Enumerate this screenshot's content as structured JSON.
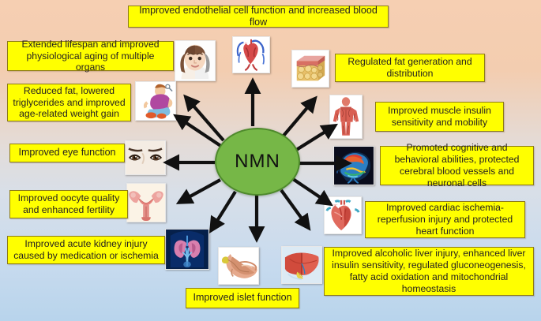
{
  "diagram": {
    "title_node": "NMN",
    "background": {
      "top_color": "#f6cfb2",
      "bottom_color": "#b8d4ec"
    },
    "node_color": "#76b747",
    "node_border_color": "#4e8a2c",
    "box_fill": "#ffff00",
    "box_border": "#8d7b18",
    "arrow_color": "#111111",
    "arrow_count": 12
  },
  "callouts": [
    {
      "id": "endothelial",
      "label": "Improved endothelial cell function and increased blood flow",
      "icon": "heart-vessels-icon"
    },
    {
      "id": "lifespan",
      "label": "Extended lifespan and improved physiological aging of multiple organs",
      "icon": "aging-woman-icon"
    },
    {
      "id": "fat-loss",
      "label": "Reduced fat, lowered triglycerides and improved age-related weight gain",
      "icon": "obese-person-icon"
    },
    {
      "id": "eye",
      "label": "Improved eye function",
      "icon": "eyes-icon"
    },
    {
      "id": "oocyte",
      "label": "Improved oocyte quality and enhanced fertility",
      "icon": "uterus-icon"
    },
    {
      "id": "kidney",
      "label": "Improved acute kidney injury caused by medication or ischemia",
      "icon": "kidneys-icon"
    },
    {
      "id": "islet",
      "label": "Improved islet function",
      "icon": "pancreas-icon"
    },
    {
      "id": "liver",
      "label": "Improved alcoholic liver injury, enhanced liver insulin sensitivity, regulated gluconeogenesis, fatty acid oxidation and mitochondrial homeostasis",
      "icon": "liver-icon"
    },
    {
      "id": "cardiac",
      "label": "Improved cardiac ischemia-reperfusion injury and protected heart function",
      "icon": "heart-icon"
    },
    {
      "id": "cognitive",
      "label": "Promoted cognitive and behavioral abilities, protected cerebral blood vessels and neuronal cells",
      "icon": "brain-icon"
    },
    {
      "id": "muscle",
      "label": "Improved muscle insulin sensitivity and mobility",
      "icon": "muscle-body-icon"
    },
    {
      "id": "fat-regulate",
      "label": "Regulated fat generation and distribution",
      "icon": "adipose-tissue-icon"
    }
  ]
}
